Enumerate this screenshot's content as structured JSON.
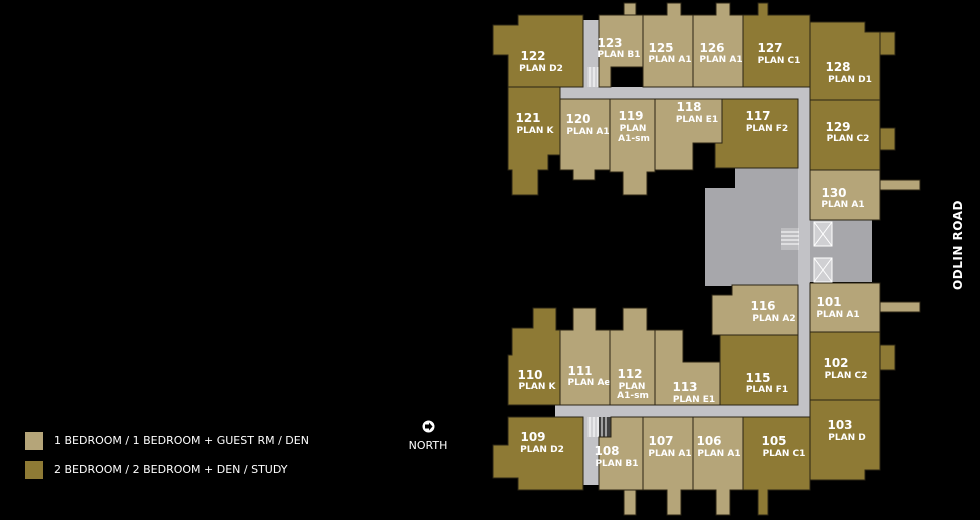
{
  "colors": {
    "one_bed": "#b5a579",
    "two_bed": "#8e7a35",
    "core": "#a7a7ab"
  },
  "legend": [
    {
      "label": "1 BEDROOM / 1 BEDROOM + GUEST RM / DEN",
      "type": "one_bed"
    },
    {
      "label": "2 BEDROOM / 2 BEDROOM + DEN / STUDY",
      "type": "two_bed"
    }
  ],
  "compass": {
    "label": "NORTH",
    "icon": "north-arrow-icon"
  },
  "road": {
    "label": "ODLIN ROAD"
  },
  "units": [
    {
      "number": "122",
      "plan": "PLAN D2",
      "type": "two_bed"
    },
    {
      "number": "123",
      "plan": "PLAN B1",
      "type": "one_bed"
    },
    {
      "number": "125",
      "plan": "PLAN A1",
      "type": "one_bed"
    },
    {
      "number": "126",
      "plan": "PLAN A1",
      "type": "one_bed"
    },
    {
      "number": "127",
      "plan": "PLAN C1",
      "type": "two_bed"
    },
    {
      "number": "128",
      "plan": "PLAN D1",
      "type": "two_bed"
    },
    {
      "number": "121",
      "plan": "PLAN K",
      "type": "two_bed"
    },
    {
      "number": "120",
      "plan": "PLAN A1",
      "type": "one_bed"
    },
    {
      "number": "119",
      "plan": "PLAN A1-sm",
      "type": "one_bed"
    },
    {
      "number": "118",
      "plan": "PLAN E1",
      "type": "one_bed"
    },
    {
      "number": "117",
      "plan": "PLAN F2",
      "type": "two_bed"
    },
    {
      "number": "129",
      "plan": "PLAN C2",
      "type": "two_bed"
    },
    {
      "number": "130",
      "plan": "PLAN A1",
      "type": "one_bed"
    },
    {
      "number": "116",
      "plan": "PLAN A2",
      "type": "one_bed"
    },
    {
      "number": "101",
      "plan": "PLAN A1",
      "type": "one_bed"
    },
    {
      "number": "110",
      "plan": "PLAN K",
      "type": "two_bed"
    },
    {
      "number": "111",
      "plan": "PLAN Ae",
      "type": "one_bed"
    },
    {
      "number": "112",
      "plan": "PLAN A1-sm",
      "type": "one_bed"
    },
    {
      "number": "113",
      "plan": "PLAN E1",
      "type": "one_bed"
    },
    {
      "number": "115",
      "plan": "PLAN F1",
      "type": "two_bed"
    },
    {
      "number": "102",
      "plan": "PLAN C2",
      "type": "two_bed"
    },
    {
      "number": "103",
      "plan": "PLAN D",
      "type": "two_bed"
    },
    {
      "number": "109",
      "plan": "PLAN D2",
      "type": "two_bed"
    },
    {
      "number": "108",
      "plan": "PLAN B1",
      "type": "one_bed"
    },
    {
      "number": "107",
      "plan": "PLAN A1",
      "type": "one_bed"
    },
    {
      "number": "106",
      "plan": "PLAN A1",
      "type": "one_bed"
    },
    {
      "number": "105",
      "plan": "PLAN C1",
      "type": "two_bed"
    }
  ]
}
